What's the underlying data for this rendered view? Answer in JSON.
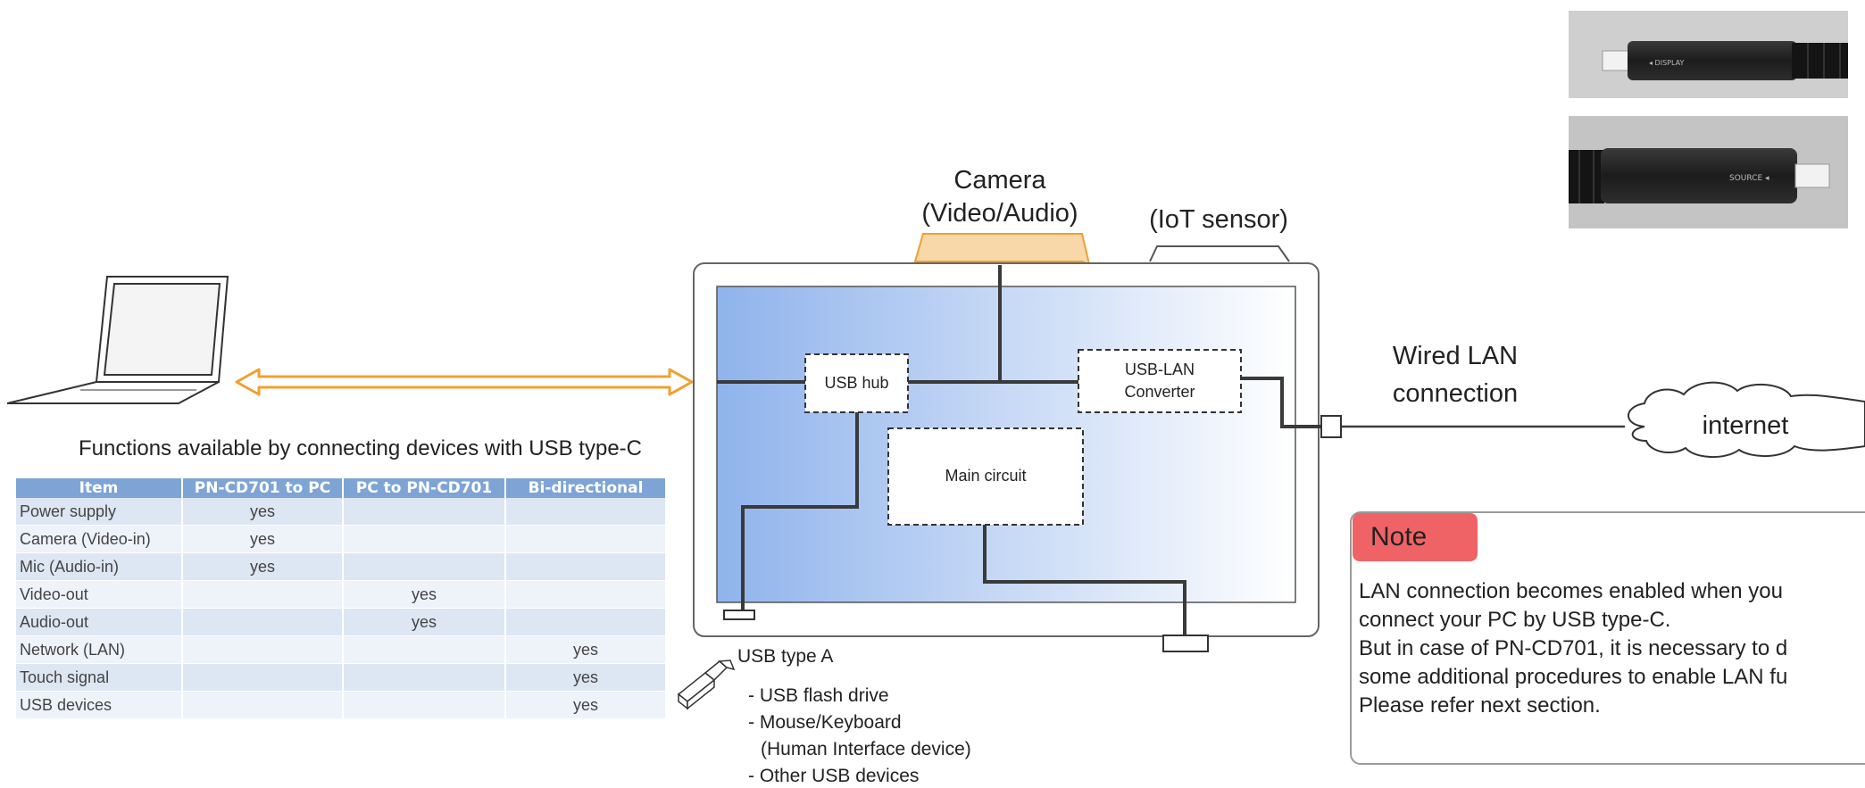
{
  "top_devices": {
    "camera_line1": "Camera",
    "camera_line2": "(Video/Audio)",
    "iot_sensor": "(IoT sensor)"
  },
  "display": {
    "usb_hub": "USB hub",
    "usb_lan_line1": "USB-LAN",
    "usb_lan_line2": "Converter",
    "main_circuit": "Main circuit"
  },
  "network": {
    "wired_lan_line1": "Wired LAN",
    "wired_lan_line2": "connection",
    "internet": "internet"
  },
  "usb_type_a": {
    "label": "USB type A",
    "items": [
      "- USB flash drive",
      "- Mouse/Keyboard",
      "(Human Interface device)",
      "- Other USB devices"
    ]
  },
  "functions_table": {
    "caption": "Functions available by connecting devices with USB type-C",
    "headers": [
      "Item",
      "PN-CD701 to PC",
      "PC to PN-CD701",
      "Bi-directional"
    ],
    "rows": [
      [
        "Power supply",
        "yes",
        "",
        ""
      ],
      [
        "Camera (Video-in)",
        "yes",
        "",
        ""
      ],
      [
        "Mic (Audio-in)",
        "yes",
        "",
        ""
      ],
      [
        "Video-out",
        "",
        "yes",
        ""
      ],
      [
        "Audio-out",
        "",
        "yes",
        ""
      ],
      [
        "Network (LAN)",
        "",
        "",
        "yes"
      ],
      [
        "Touch signal",
        "",
        "",
        "yes"
      ],
      [
        "USB devices",
        "",
        "",
        "yes"
      ]
    ]
  },
  "note": {
    "title": "Note",
    "lines": [
      "LAN connection becomes enabled when you",
      "connect your PC by USB type-C.",
      "But in case of PN-CD701, it is necessary to d",
      "some additional procedures to enable LAN fu",
      "Please refer next section."
    ]
  },
  "photos": {
    "cable_top_text": "◂ DISPLAY",
    "cable_bottom_text": "SOURCE ◂"
  },
  "colors": {
    "arrow_orange": "#f0a030",
    "camera_fill": "#f8d8a8",
    "display_blue": "#8fb3ec",
    "table_header": "#7ea4d6",
    "note_tag": "#ef6366"
  }
}
